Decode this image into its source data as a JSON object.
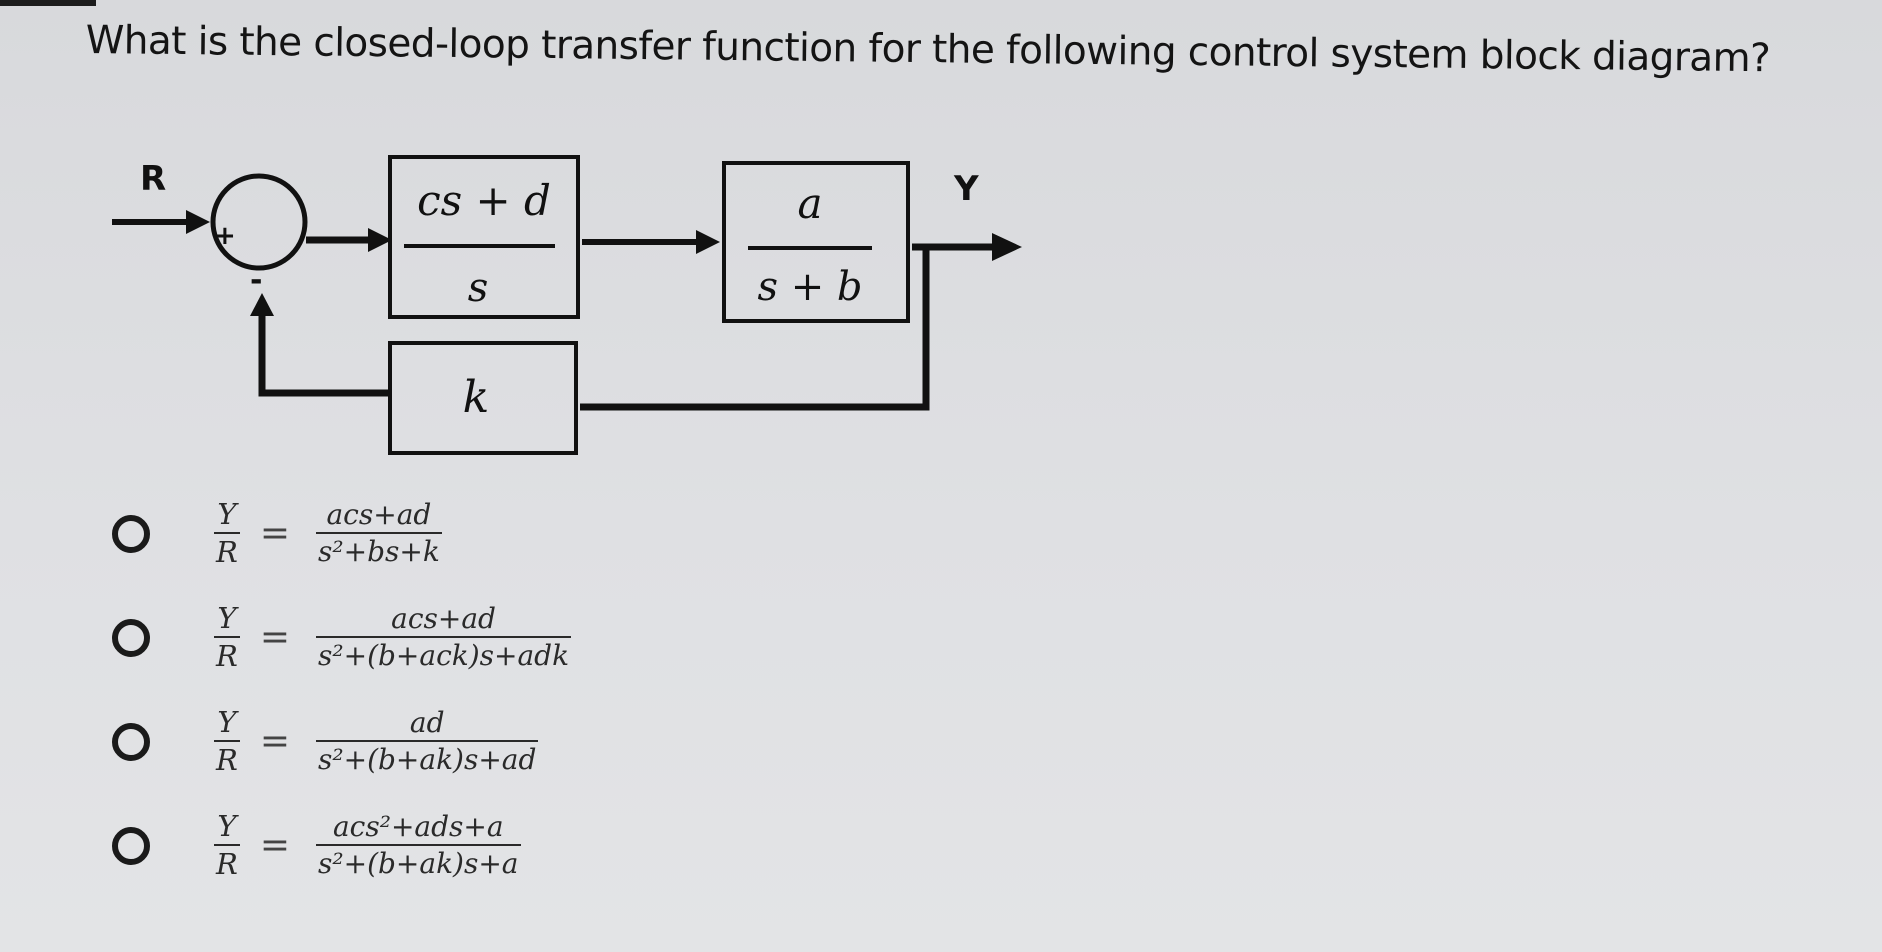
{
  "question": "What is the closed-loop transfer function for the following control system block diagram?",
  "diagram": {
    "input_label": "R",
    "output_label": "Y",
    "sum_plus": "+",
    "sum_minus": "-",
    "controller": {
      "numerator": "cs + d",
      "denominator": "s"
    },
    "plant": {
      "numerator": "a",
      "denominator": "s + b"
    },
    "feedback": {
      "label": "k"
    }
  },
  "options": [
    {
      "lhs_num": "Y",
      "lhs_den": "R",
      "equals": "=",
      "rhs_num": "acs+ad",
      "rhs_den": "s²+bs+k"
    },
    {
      "lhs_num": "Y",
      "lhs_den": "R",
      "equals": "=",
      "rhs_num": "acs+ad",
      "rhs_den": "s²+(b+ack)s+adk"
    },
    {
      "lhs_num": "Y",
      "lhs_den": "R",
      "equals": "=",
      "rhs_num": "ad",
      "rhs_den": "s²+(b+ak)s+ad"
    },
    {
      "lhs_num": "Y",
      "lhs_den": "R",
      "equals": "=",
      "rhs_num": "acs²+ads+a",
      "rhs_den": "s²+(b+ak)s+a"
    }
  ]
}
